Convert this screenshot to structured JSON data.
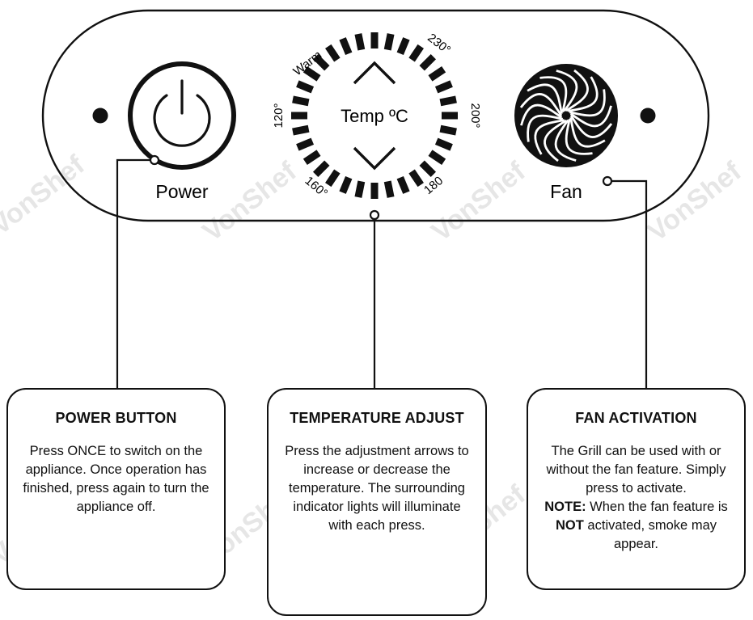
{
  "panel": {
    "power_label": "Power",
    "fan_label": "Fan",
    "temp_label": "Temp ºC",
    "dial_marks": {
      "warm": "Warm",
      "t230": "230°",
      "t200": "200°",
      "t180": "180",
      "t160": "160°",
      "t120": "120°"
    }
  },
  "watermark": "VonShef",
  "cards": {
    "power": {
      "title": "POWER BUTTON",
      "body": "Press ONCE to switch on the appliance. Once operation has finished, press again to turn the appliance off."
    },
    "temp": {
      "title": "TEMPERATURE ADJUST",
      "body": "Press the adjustment arrows to increase or decrease the temperature. The surrounding indicator lights will illuminate with each press."
    },
    "fan": {
      "title": "FAN ACTIVATION",
      "body": "The Grill can be used with or without the fan feature. Simply press to activate.",
      "note_label": "NOTE:",
      "note_pre": " When the fan feature is ",
      "note_not": "NOT",
      "note_post": " activated, smoke may appear."
    }
  }
}
